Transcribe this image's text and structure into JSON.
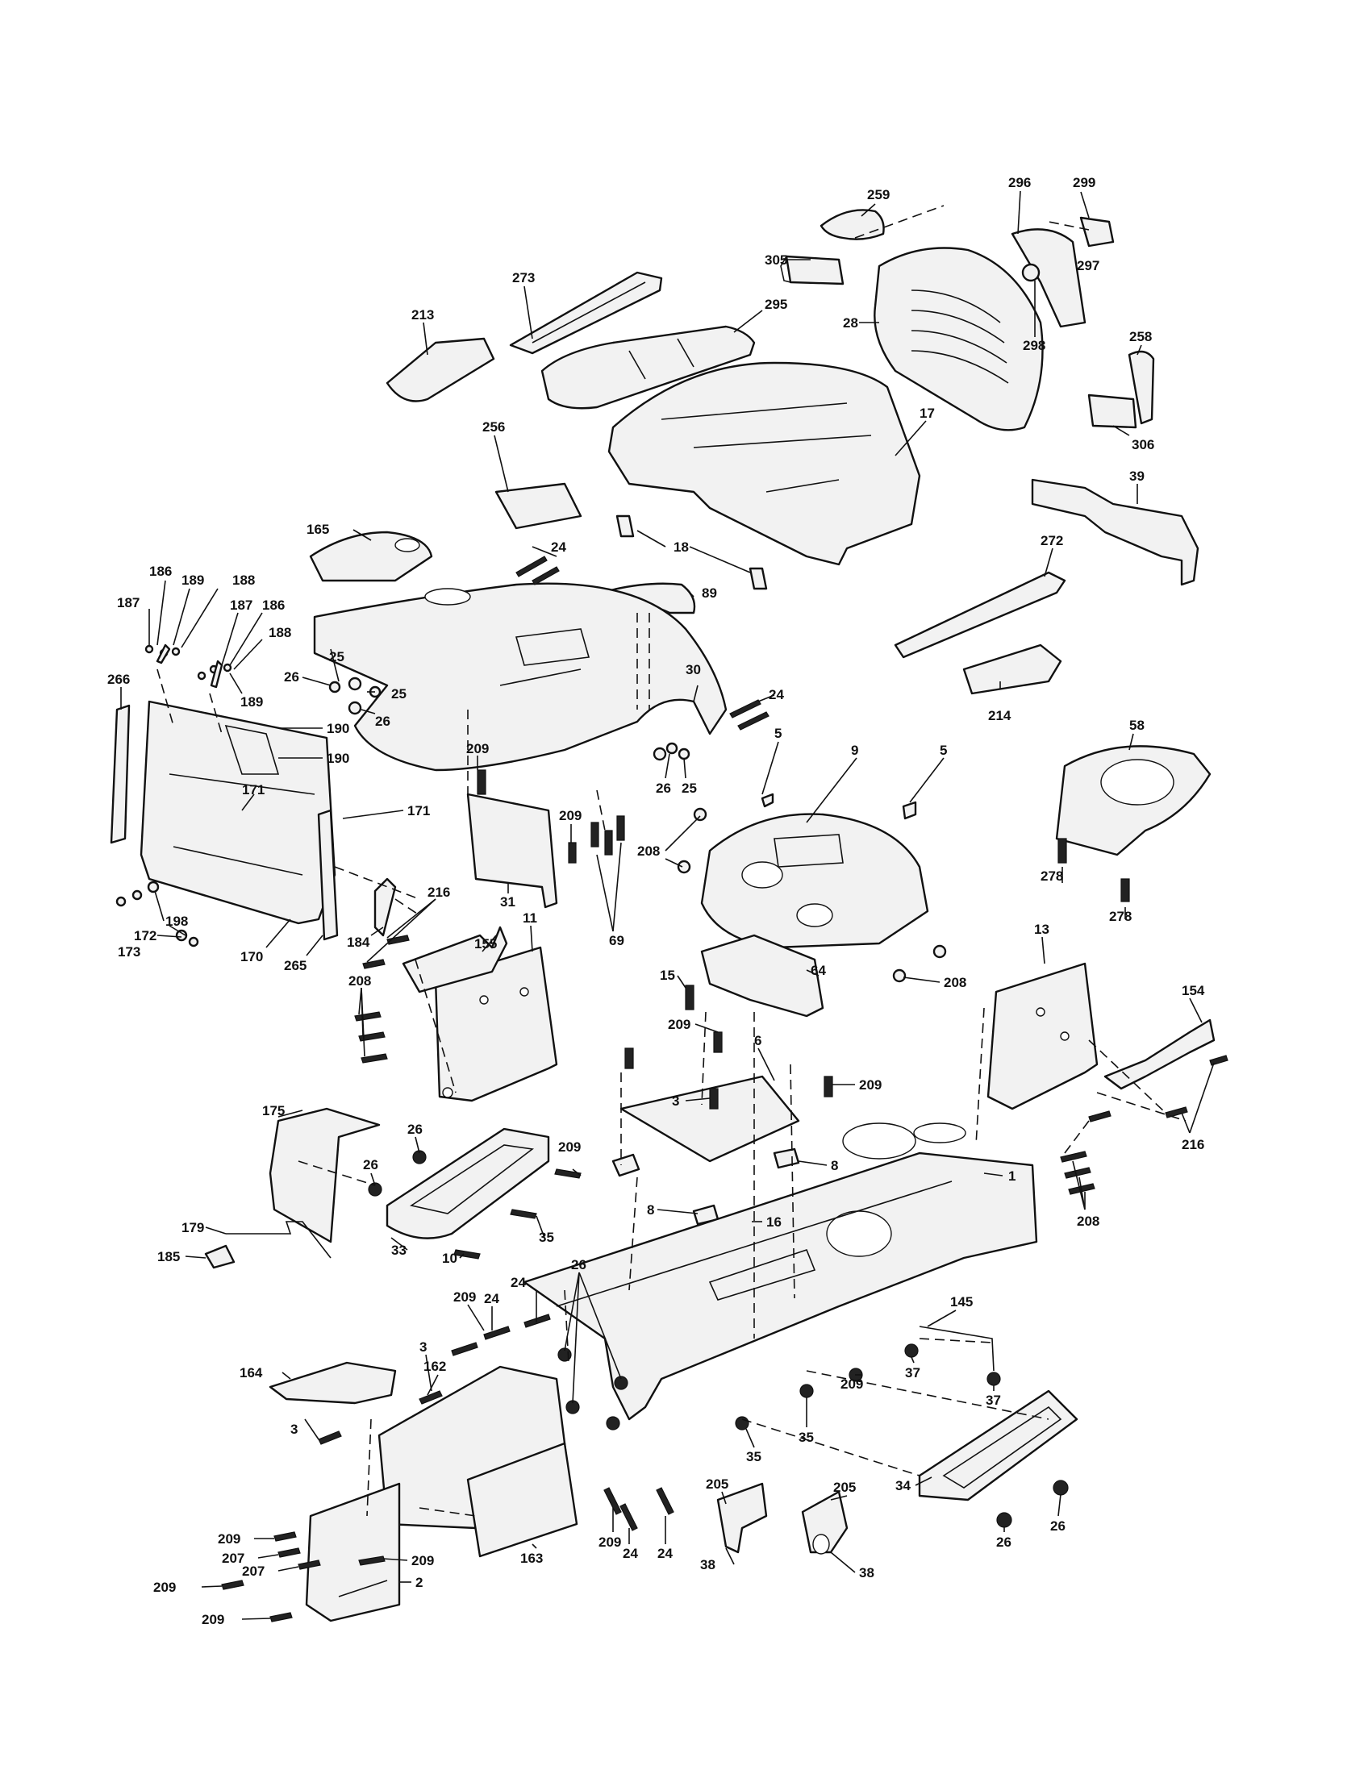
{
  "callouts": [
    {
      "id": "c259",
      "text": "259"
    },
    {
      "id": "c296",
      "text": "296"
    },
    {
      "id": "c299",
      "text": "299"
    },
    {
      "id": "c297",
      "text": "297"
    },
    {
      "id": "c305",
      "text": "305"
    },
    {
      "id": "c273",
      "text": "273"
    },
    {
      "id": "c295",
      "text": "295"
    },
    {
      "id": "c213",
      "text": "213"
    },
    {
      "id": "c28",
      "text": "28"
    },
    {
      "id": "c298",
      "text": "298"
    },
    {
      "id": "c258",
      "text": "258"
    },
    {
      "id": "c306",
      "text": "306"
    },
    {
      "id": "c17",
      "text": "17"
    },
    {
      "id": "c39",
      "text": "39"
    },
    {
      "id": "c256",
      "text": "256"
    },
    {
      "id": "c165",
      "text": "165"
    },
    {
      "id": "c18",
      "text": "18"
    },
    {
      "id": "c24a",
      "text": "24"
    },
    {
      "id": "c89",
      "text": "89"
    },
    {
      "id": "c272",
      "text": "272"
    },
    {
      "id": "c186a",
      "text": "186"
    },
    {
      "id": "c189a",
      "text": "189"
    },
    {
      "id": "c188a",
      "text": "188"
    },
    {
      "id": "c187a",
      "text": "187"
    },
    {
      "id": "c187b",
      "text": "187"
    },
    {
      "id": "c186b",
      "text": "186"
    },
    {
      "id": "c188b",
      "text": "188"
    },
    {
      "id": "c189b",
      "text": "189"
    },
    {
      "id": "c25a",
      "text": "25"
    },
    {
      "id": "c26a",
      "text": "26"
    },
    {
      "id": "c25b",
      "text": "25"
    },
    {
      "id": "c26b",
      "text": "26"
    },
    {
      "id": "c30",
      "text": "30"
    },
    {
      "id": "c24b",
      "text": "24"
    },
    {
      "id": "c214",
      "text": "214"
    },
    {
      "id": "c266",
      "text": "266"
    },
    {
      "id": "c190a",
      "text": "190"
    },
    {
      "id": "c190b",
      "text": "190"
    },
    {
      "id": "c171a",
      "text": "171"
    },
    {
      "id": "c171b",
      "text": "171"
    },
    {
      "id": "c209a",
      "text": "209"
    },
    {
      "id": "c5a",
      "text": "5"
    },
    {
      "id": "c5b",
      "text": "5"
    },
    {
      "id": "c9",
      "text": "9"
    },
    {
      "id": "c58",
      "text": "58"
    },
    {
      "id": "c26c",
      "text": "26"
    },
    {
      "id": "c25c",
      "text": "25"
    },
    {
      "id": "c209b",
      "text": "209"
    },
    {
      "id": "c208a",
      "text": "208"
    },
    {
      "id": "c69",
      "text": "69"
    },
    {
      "id": "c31",
      "text": "31"
    },
    {
      "id": "c278a",
      "text": "278"
    },
    {
      "id": "c278b",
      "text": "278"
    },
    {
      "id": "c198",
      "text": "198"
    },
    {
      "id": "c172",
      "text": "172"
    },
    {
      "id": "c173",
      "text": "173"
    },
    {
      "id": "c170",
      "text": "170"
    },
    {
      "id": "c265",
      "text": "265"
    },
    {
      "id": "c184",
      "text": "184"
    },
    {
      "id": "c216a",
      "text": "216"
    },
    {
      "id": "c155",
      "text": "155"
    },
    {
      "id": "c11",
      "text": "11"
    },
    {
      "id": "c208b",
      "text": "208"
    },
    {
      "id": "c13",
      "text": "13"
    },
    {
      "id": "c64",
      "text": "64"
    },
    {
      "id": "c15",
      "text": "15"
    },
    {
      "id": "c208c",
      "text": "208"
    },
    {
      "id": "c154",
      "text": "154"
    },
    {
      "id": "c209c",
      "text": "209"
    },
    {
      "id": "c6",
      "text": "6"
    },
    {
      "id": "c209d",
      "text": "209"
    },
    {
      "id": "c3a",
      "text": "3"
    },
    {
      "id": "c175",
      "text": "175"
    },
    {
      "id": "c216b",
      "text": "216"
    },
    {
      "id": "c26d",
      "text": "26"
    },
    {
      "id": "c209e",
      "text": "209"
    },
    {
      "id": "c8a",
      "text": "8"
    },
    {
      "id": "c26e",
      "text": "26"
    },
    {
      "id": "c8b",
      "text": "8"
    },
    {
      "id": "c1",
      "text": "1"
    },
    {
      "id": "c208d",
      "text": "208"
    },
    {
      "id": "c16",
      "text": "16"
    },
    {
      "id": "c179",
      "text": "179"
    },
    {
      "id": "c33",
      "text": "33"
    },
    {
      "id": "c35a",
      "text": "35"
    },
    {
      "id": "c185",
      "text": "185"
    },
    {
      "id": "c10",
      "text": "10"
    },
    {
      "id": "c24c",
      "text": "24"
    },
    {
      "id": "c26f",
      "text": "26"
    },
    {
      "id": "c209f",
      "text": "209"
    },
    {
      "id": "c24d",
      "text": "24"
    },
    {
      "id": "c145",
      "text": "145"
    },
    {
      "id": "c37a",
      "text": "37"
    },
    {
      "id": "c164",
      "text": "164"
    },
    {
      "id": "c3b",
      "text": "3"
    },
    {
      "id": "c162",
      "text": "162"
    },
    {
      "id": "c209g",
      "text": "209"
    },
    {
      "id": "c37b",
      "text": "37"
    },
    {
      "id": "c3c",
      "text": "3"
    },
    {
      "id": "c35b",
      "text": "35"
    },
    {
      "id": "c35c",
      "text": "35"
    },
    {
      "id": "c205a",
      "text": "205"
    },
    {
      "id": "c205b",
      "text": "205"
    },
    {
      "id": "c34",
      "text": "34"
    },
    {
      "id": "c26g",
      "text": "26"
    },
    {
      "id": "c209h",
      "text": "209"
    },
    {
      "id": "c207a",
      "text": "207"
    },
    {
      "id": "c207b",
      "text": "207"
    },
    {
      "id": "c209i",
      "text": "209"
    },
    {
      "id": "c209j",
      "text": "209"
    },
    {
      "id": "c2",
      "text": "2"
    },
    {
      "id": "c209k",
      "text": "209"
    },
    {
      "id": "c163",
      "text": "163"
    },
    {
      "id": "c209l",
      "text": "209"
    },
    {
      "id": "c24e",
      "text": "24"
    },
    {
      "id": "c24f",
      "text": "24"
    },
    {
      "id": "c38a",
      "text": "38"
    },
    {
      "id": "c38b",
      "text": "38"
    },
    {
      "id": "c26h",
      "text": "26"
    }
  ]
}
